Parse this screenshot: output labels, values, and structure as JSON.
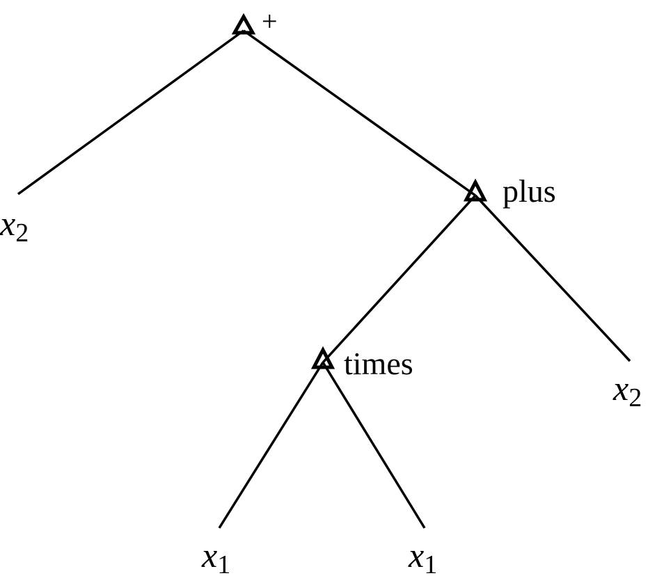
{
  "tree": {
    "root": {
      "label": "+",
      "children": [
        {
          "var": "x",
          "sub": "2"
        },
        {
          "label": "plus",
          "children": [
            {
              "label": "times",
              "children": [
                {
                  "var": "x",
                  "sub": "1"
                },
                {
                  "var": "x",
                  "sub": "1"
                }
              ]
            },
            {
              "var": "x",
              "sub": "2"
            }
          ]
        }
      ]
    }
  }
}
